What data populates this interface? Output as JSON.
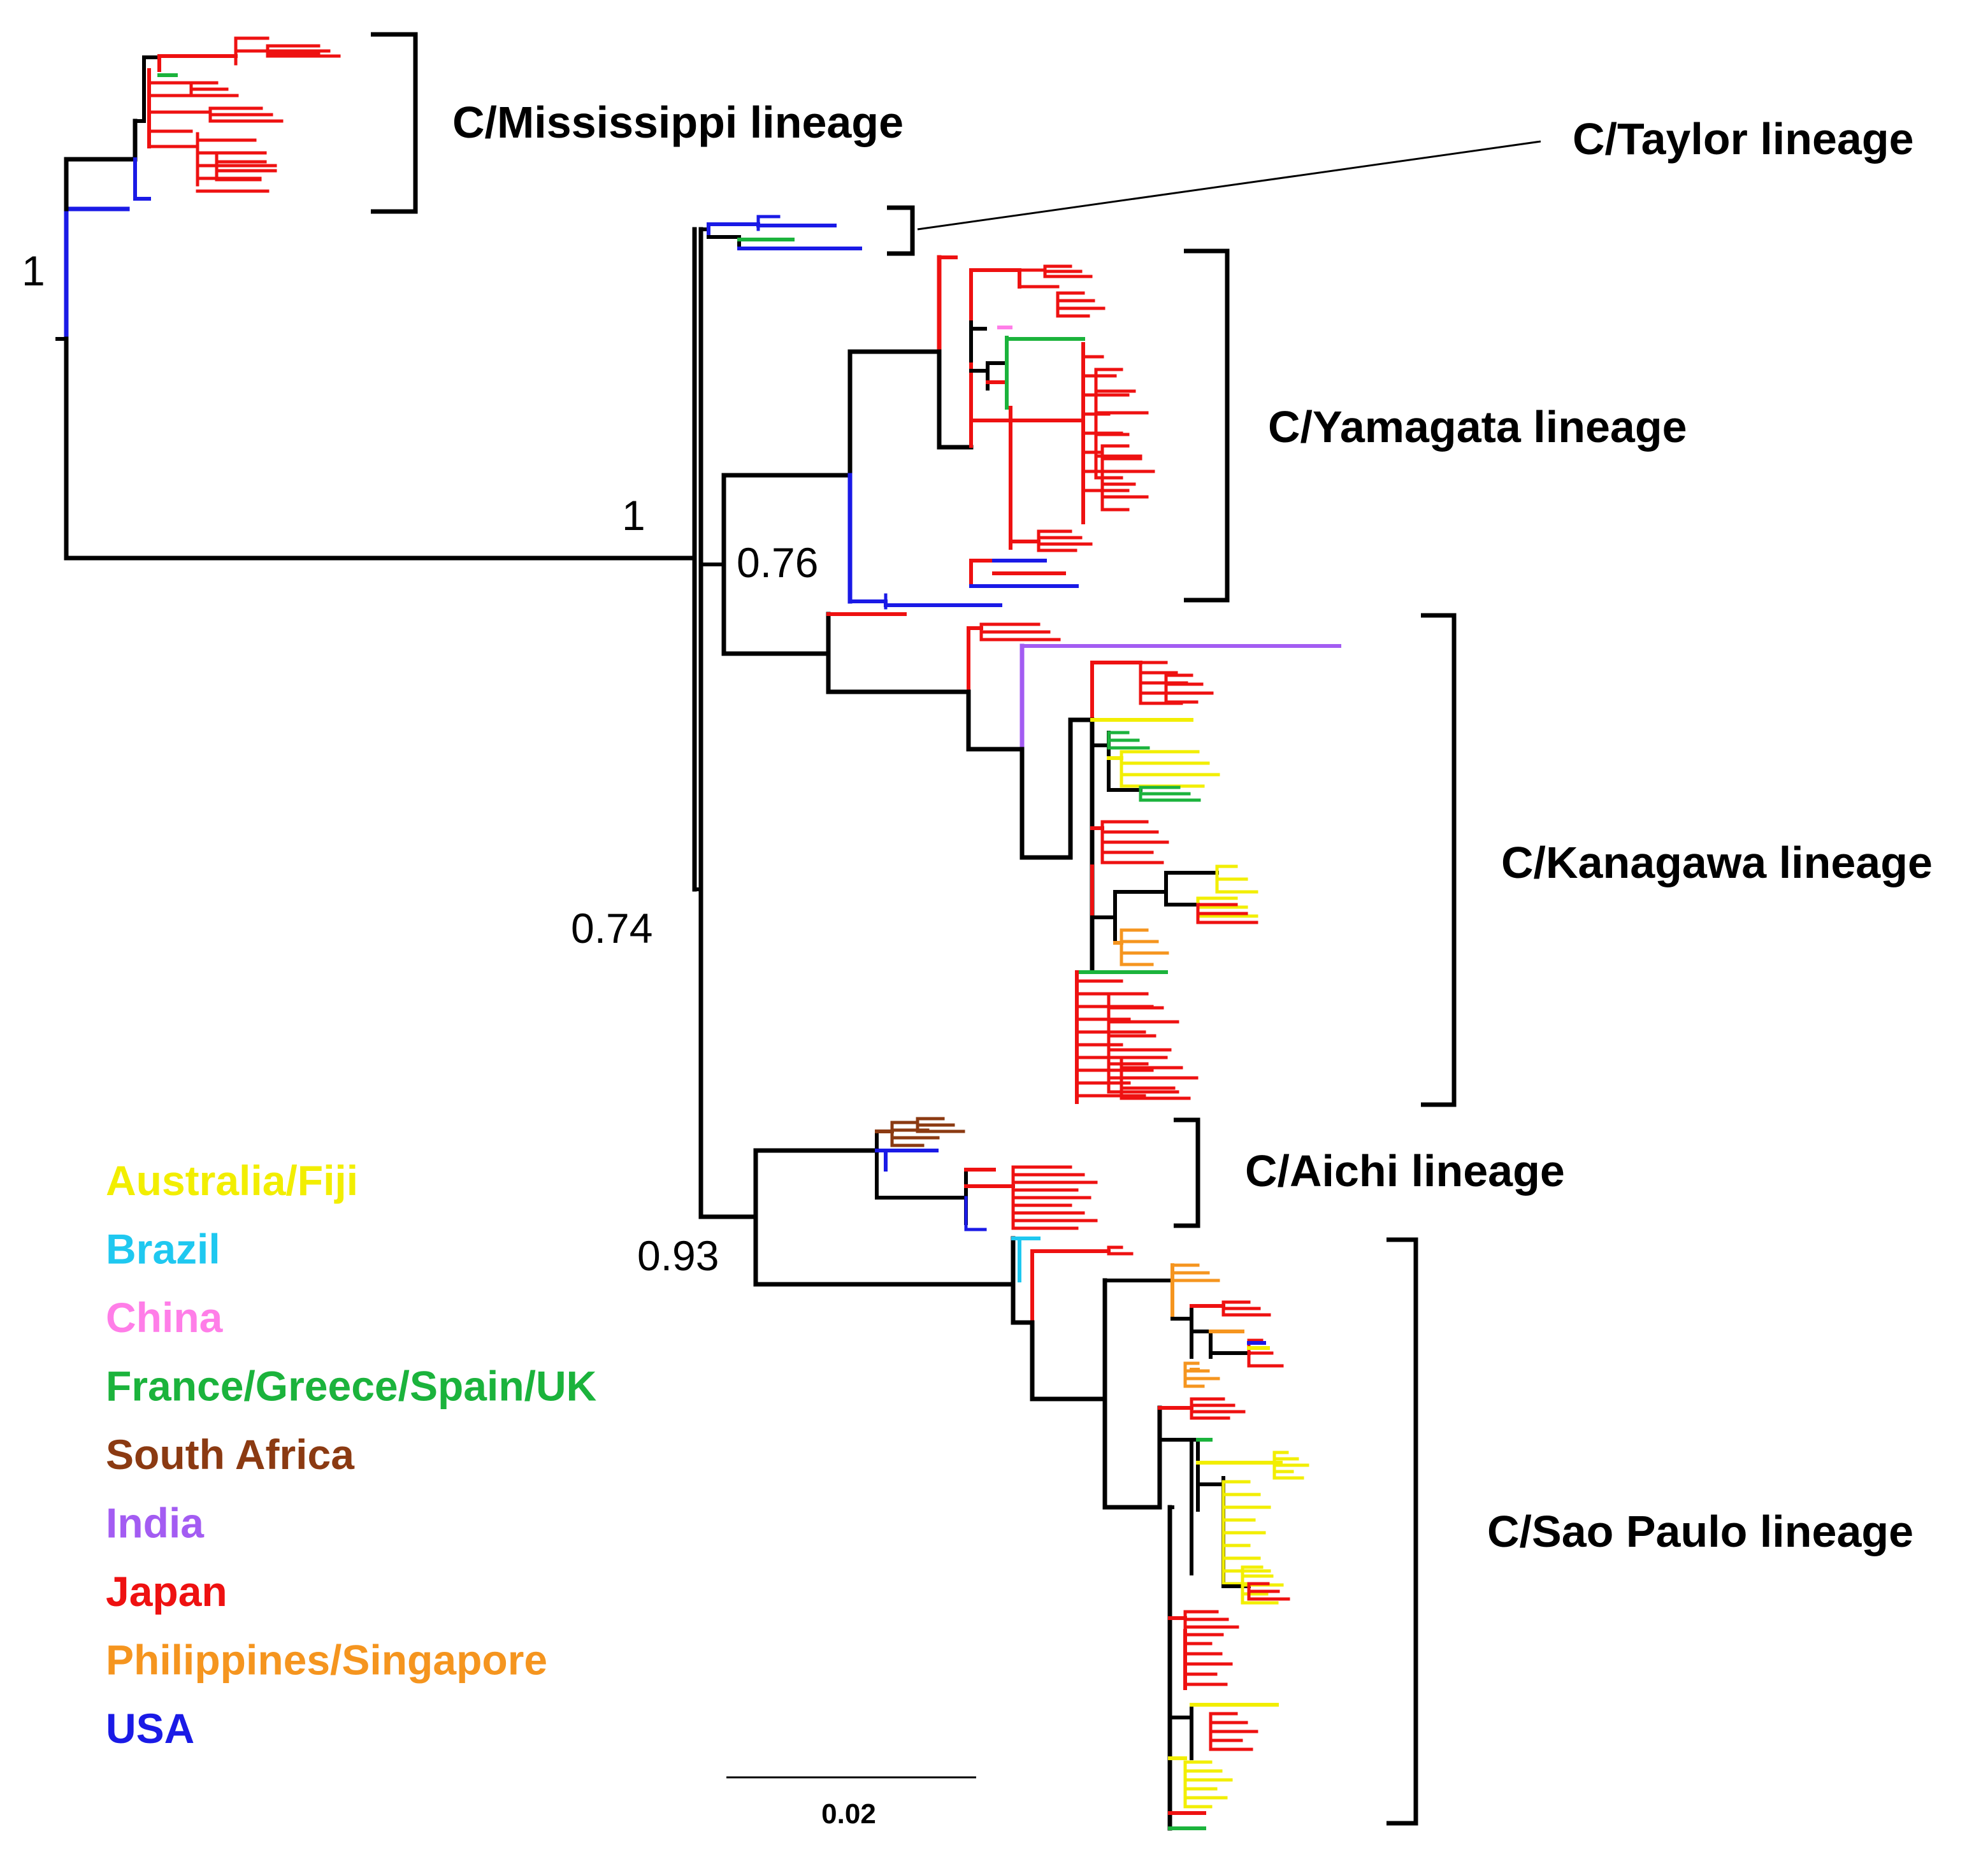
{
  "colors": {
    "backbone": "#000000",
    "Australia/Fiji": "#f2ee00",
    "Brazil": "#1fc8f0",
    "China": "#ff7ee8",
    "France/Greece/Spain/UK": "#1bb33c",
    "South Africa": "#8b3a12",
    "India": "#a35cf2",
    "Japan": "#ee1111",
    "Philippines/Singapore": "#f5951f",
    "USA": "#1a1ae6"
  },
  "lineages": {
    "mississippi": "C/Mississippi lineage",
    "taylor": "C/Taylor lineage",
    "yamagata": "C/Yamagata lineage",
    "kanagawa": "C/Kanagawa lineage",
    "aichi": "C/Aichi lineage",
    "saopaulo": "C/Sao Paulo lineage"
  },
  "support_values": {
    "root": "1",
    "main": "1",
    "yamagata_node": "0.76",
    "kanagawa_node": "0.74",
    "aichi_node": "0.93"
  },
  "legend": [
    {
      "label": "Australia/Fiji",
      "color": "#f2ee00"
    },
    {
      "label": "Brazil",
      "color": "#1fc8f0"
    },
    {
      "label": "China",
      "color": "#ff7ee8"
    },
    {
      "label": "France/Greece/Spain/UK",
      "color": "#1bb33c"
    },
    {
      "label": "South Africa",
      "color": "#8b3a12"
    },
    {
      "label": "India",
      "color": "#a35cf2"
    },
    {
      "label": "Japan",
      "color": "#ee1111"
    },
    {
      "label": "Philippines/Singapore",
      "color": "#f5951f"
    },
    {
      "label": "USA",
      "color": "#1a1ae6"
    }
  ],
  "scale_bar": "0.02"
}
